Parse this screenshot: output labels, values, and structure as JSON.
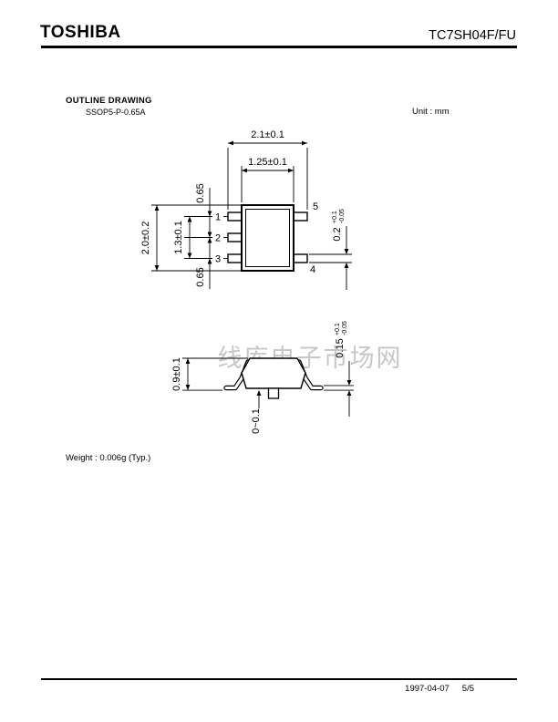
{
  "header": {
    "brand": "TOSHIBA",
    "part_number": "TC7SH04F/FU"
  },
  "drawing": {
    "title": "OUTLINE DRAWING",
    "package": "SSOP5-P-0.65A",
    "unit": "Unit : mm",
    "weight": "Weight : 0.006g (Typ.)"
  },
  "top_view": {
    "dim_overall_width": "2.1±0.1",
    "dim_body_width": "1.25±0.1",
    "dim_body_length": "2.0±0.2",
    "dim_pin_span": "1.3±0.1",
    "dim_pitch_top": "0.65",
    "dim_pitch_bottom": "0.65",
    "dim_lead_width": "0.2",
    "dim_lead_width_tol_plus": "+0.1",
    "dim_lead_width_tol_minus": "-0.05",
    "pins": {
      "p1": "1",
      "p2": "2",
      "p3": "3",
      "p4": "4",
      "p5": "5"
    }
  },
  "side_view": {
    "dim_height": "0.9±0.1",
    "dim_lead_thickness": "0.15",
    "dim_lead_thickness_tol_plus": "+0.1",
    "dim_lead_thickness_tol_minus": "-0.05",
    "dim_standoff": "0~0.1"
  },
  "watermark": {
    "text": "线库电子市场网"
  },
  "footer": {
    "date": "1997-04-07",
    "page": "5/5"
  }
}
